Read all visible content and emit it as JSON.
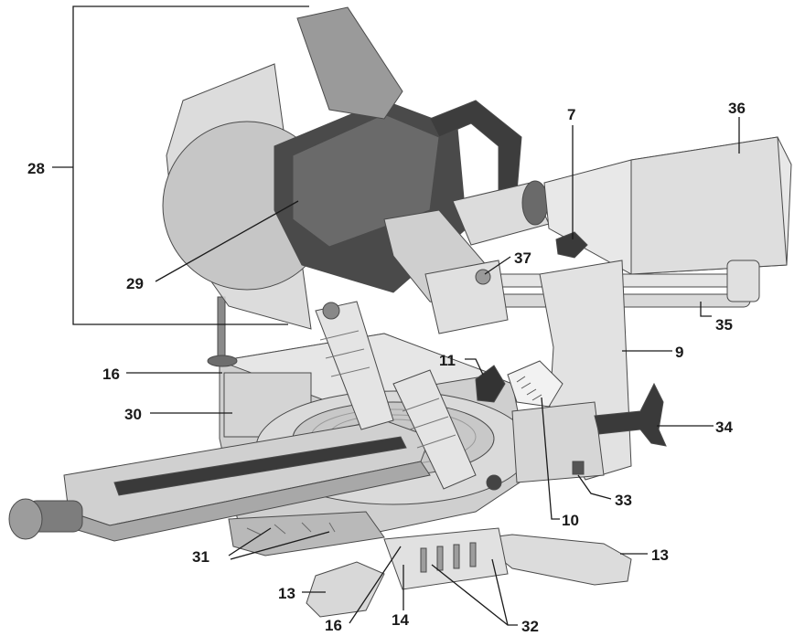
{
  "colors": {
    "body_light": "#e2e2e2",
    "body_mid": "#bdbdbd",
    "body_shadow": "#8f8f8f",
    "dark": "#3a3a3a",
    "blade": "#c9c9c9",
    "line": "#1a1a1a"
  },
  "callouts": {
    "c7": "7",
    "c9": "9",
    "c10": "10",
    "c11": "11",
    "c13a": "13",
    "c13b": "13",
    "c14": "14",
    "c16a": "16",
    "c16b": "16",
    "c28": "28",
    "c29": "29",
    "c30": "30",
    "c31": "31",
    "c32": "32",
    "c33": "33",
    "c34": "34",
    "c35": "35",
    "c36": "36",
    "c37": "37"
  }
}
